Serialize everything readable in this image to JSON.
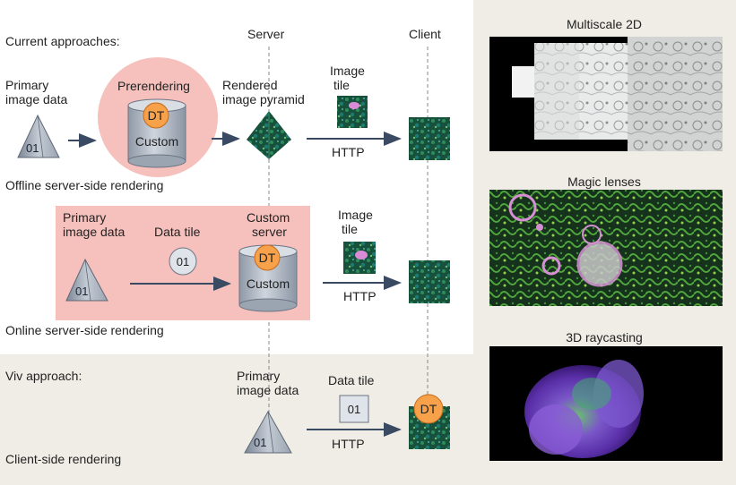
{
  "header": {
    "current_approaches": "Current approaches:",
    "server": "Server",
    "client": "Client",
    "viv_approach": "Viv approach:"
  },
  "offline": {
    "primary_image_data": [
      "Primary",
      "image data"
    ],
    "prerendering": "Prerendering",
    "rendered_pyramid": [
      "Rendered",
      "image pyramid"
    ],
    "image_tile": [
      "Image",
      "tile"
    ],
    "http": "HTTP",
    "caption": "Offline server-side rendering",
    "pyramid_code": "01",
    "cyl_badge": "DT",
    "cyl_label": "Custom"
  },
  "online": {
    "primary_image_data": [
      "Primary",
      "image data"
    ],
    "data_tile": "Data tile",
    "data_tile_code": "01",
    "custom_server": [
      "Custom",
      "server"
    ],
    "image_tile": [
      "Image",
      "tile"
    ],
    "http": "HTTP",
    "caption": "Online server-side rendering",
    "pyramid_code": "01",
    "cyl_badge": "DT",
    "cyl_label": "Custom"
  },
  "viv": {
    "primary_image_data": [
      "Primary",
      "image data"
    ],
    "data_tile": "Data tile",
    "data_tile_code": "01",
    "http": "HTTP",
    "caption": "Client-side rendering",
    "pyramid_code": "01",
    "client_badge": "DT"
  },
  "examples": {
    "multiscale": "Multiscale 2D",
    "magic": "Magic lenses",
    "raycast": "3D raycasting"
  },
  "colors": {
    "pink_circle": "#f6c1bc",
    "pink_box": "#f6c1bc",
    "dt_orange": "#f7a14a",
    "arrow": "#3b4a63",
    "cylinder": "#b3bbc6",
    "tile_green": "#1f6b4a"
  }
}
